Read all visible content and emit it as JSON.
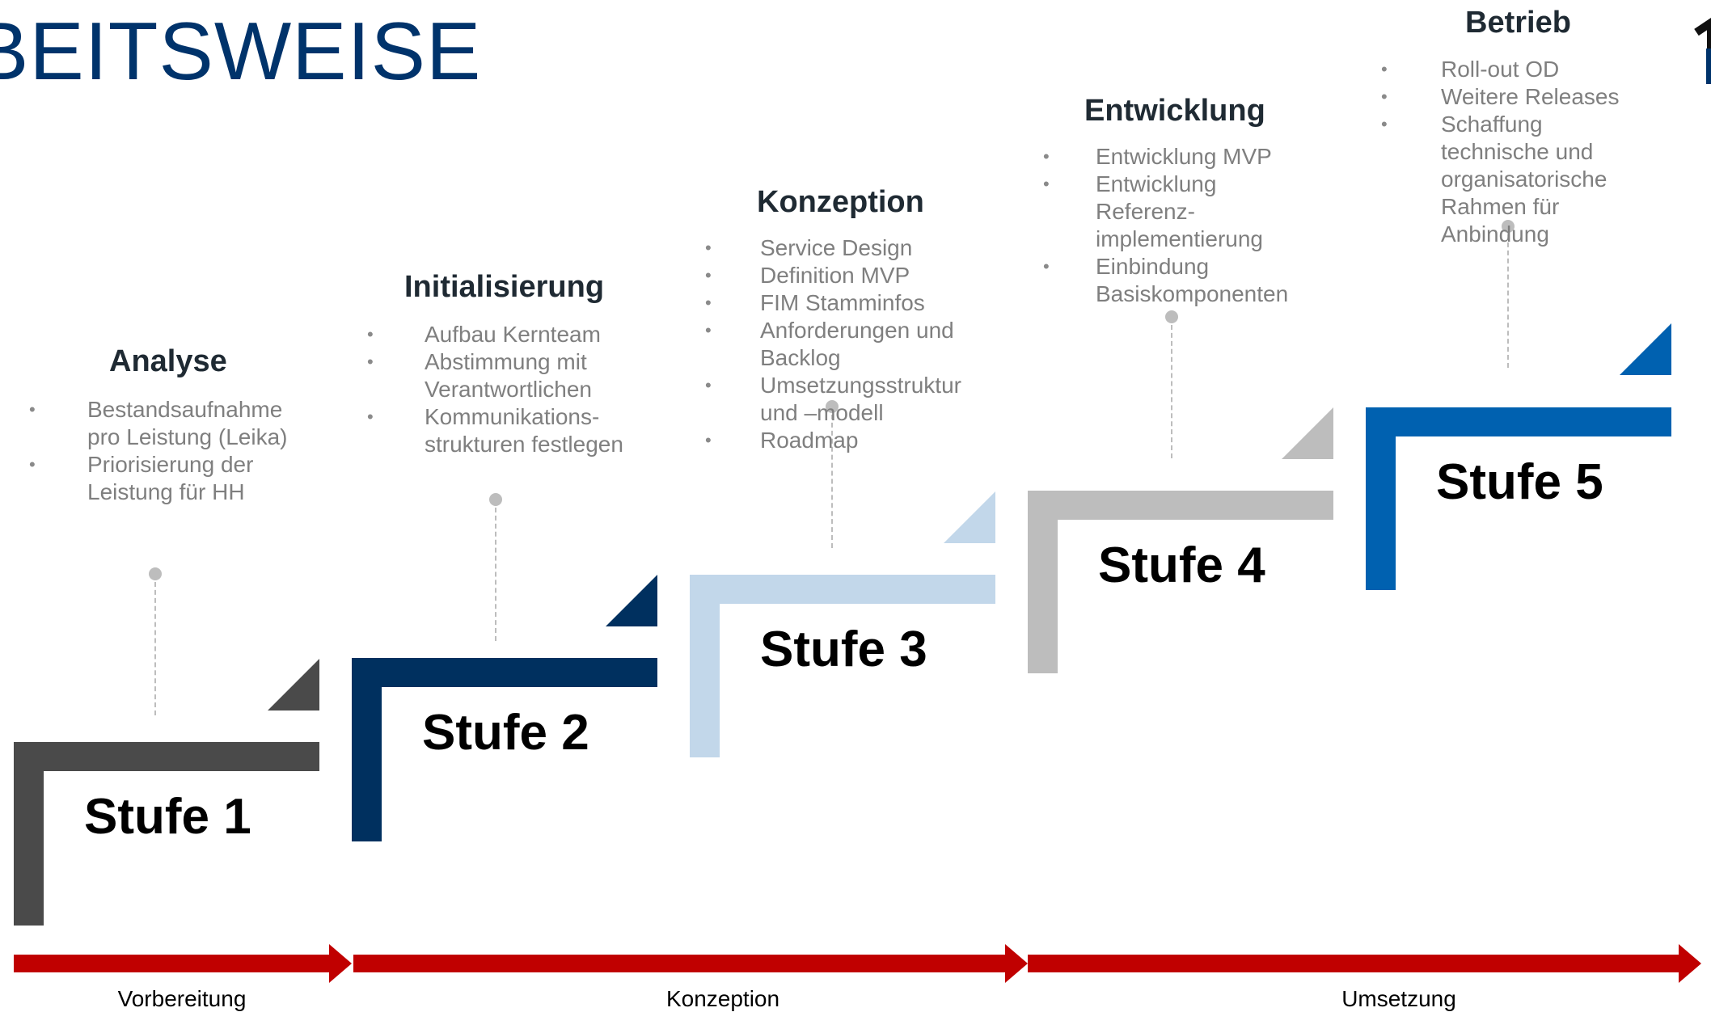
{
  "title": "BEITSWEISE",
  "colors": {
    "stage1": "#4a4a4a",
    "stage2": "#00305f",
    "stage3": "#c2d7ea",
    "stage4": "#bdbdbd",
    "stage5": "#0061b0",
    "arrow": "#c00000",
    "title": "#00336b"
  },
  "stages": [
    {
      "label": "Stufe 1",
      "heading": "Analyse",
      "bullets": [
        "Bestandsaufnahme\npro Leistung (Leika)",
        "Priorisierung der\nLeistung für HH"
      ]
    },
    {
      "label": "Stufe 2",
      "heading": "Initialisierung",
      "bullets": [
        "Aufbau Kernteam",
        "Abstimmung mit\nVerantwortlichen",
        "Kommunikations-\nstrukturen festlegen"
      ]
    },
    {
      "label": "Stufe 3",
      "heading": "Konzeption",
      "bullets": [
        "Service Design",
        "Definition MVP",
        "FIM Stamminfos",
        "Anforderungen und\nBacklog",
        "Umsetzungsstruktur\nund –modell",
        "Roadmap"
      ]
    },
    {
      "label": "Stufe 4",
      "heading": "Entwicklung",
      "bullets": [
        "Entwicklung MVP",
        "Entwicklung\nReferenz-\nimplementierung",
        "Einbindung\nBasiskomponenten"
      ]
    },
    {
      "label": "Stufe 5",
      "heading": "Betrieb",
      "bullets": [
        "Roll-out OD",
        "Weitere Releases",
        "Schaffung\ntechnische und\norganisatorische\nRahmen für\nAnbindung"
      ]
    }
  ],
  "phases": [
    "Vorbereitung",
    "Konzeption",
    "Umsetzung"
  ]
}
